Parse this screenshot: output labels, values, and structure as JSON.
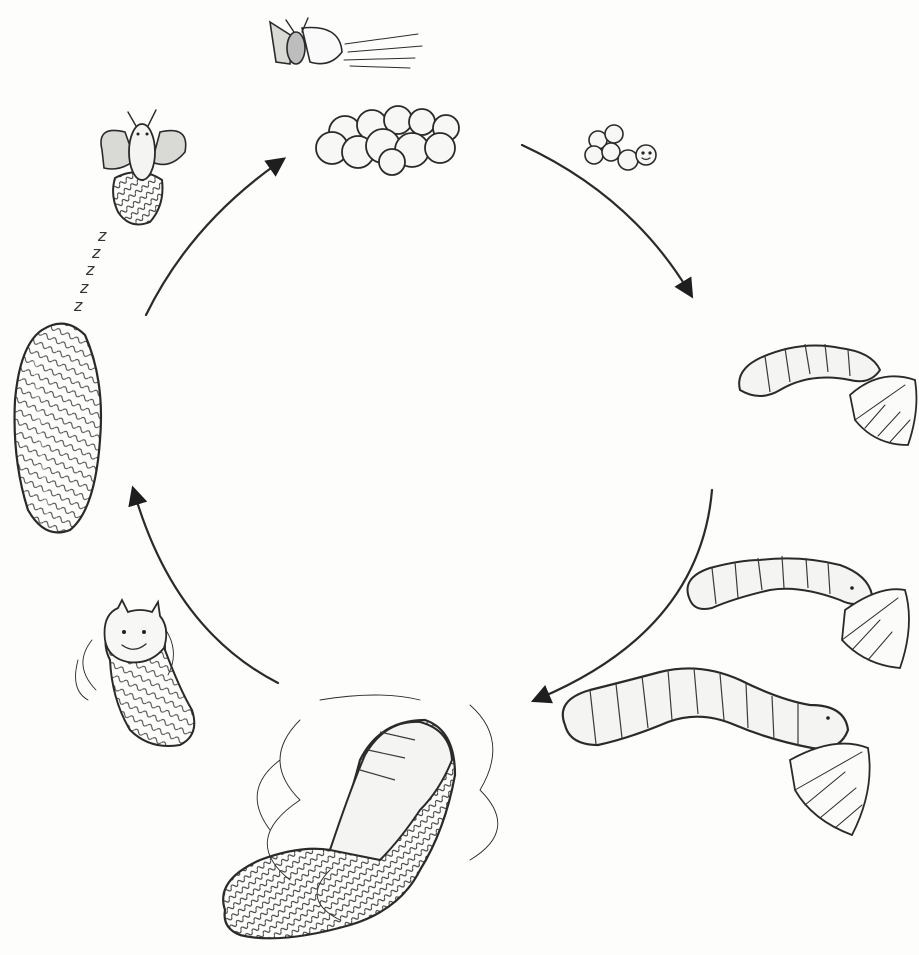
{
  "diagram": {
    "stages": [
      {
        "id": "moth",
        "icon": "moth-icon"
      },
      {
        "id": "eggs",
        "icon": "eggs-icon"
      },
      {
        "id": "hatching-larva",
        "icon": "hatching-larva-icon"
      },
      {
        "id": "small-caterpillar",
        "icon": "caterpillar-icon"
      },
      {
        "id": "medium-caterpillar",
        "icon": "caterpillar-icon"
      },
      {
        "id": "large-caterpillar",
        "icon": "caterpillar-icon"
      },
      {
        "id": "spinning-caterpillar",
        "icon": "spinning-caterpillar-icon"
      },
      {
        "id": "pupa",
        "icon": "pupa-icon"
      },
      {
        "id": "cocoon",
        "icon": "cocoon-icon"
      },
      {
        "id": "emerging-moth",
        "icon": "emerging-moth-icon"
      }
    ],
    "sleep_marks": [
      "z",
      "z",
      "z",
      "z",
      "z"
    ],
    "colors": {
      "ink": "#2a2a2a",
      "paper": "#fdfdfc",
      "shade": "#d9d9d6"
    }
  }
}
